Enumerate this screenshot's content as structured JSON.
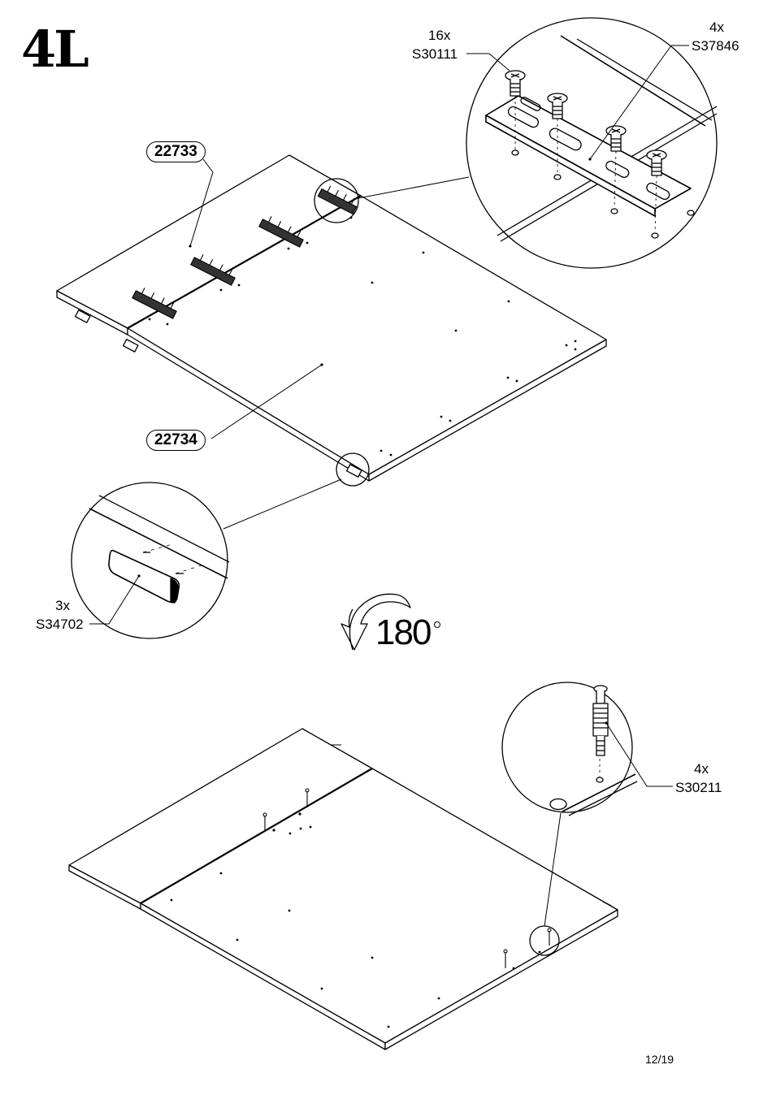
{
  "step": {
    "label": "4L"
  },
  "parts": {
    "panel_top": "22733",
    "panel_bottom": "22734"
  },
  "hardware": {
    "screw": {
      "qty": "16x",
      "code": "S30111"
    },
    "plate": {
      "qty": "4x",
      "code": "S37846"
    },
    "cap": {
      "qty": "3x",
      "code": "S34702"
    },
    "bolt": {
      "qty": "4x",
      "code": "S30211"
    }
  },
  "rotation": {
    "label": "180"
  },
  "footer": {
    "page": "12/19"
  },
  "colors": {
    "line": "#000000",
    "background": "#ffffff"
  },
  "icons": [
    "rotate-arrow-icon",
    "screw-icon",
    "connector-plate-icon",
    "cap-icon",
    "bolt-icon",
    "degree-icon"
  ]
}
